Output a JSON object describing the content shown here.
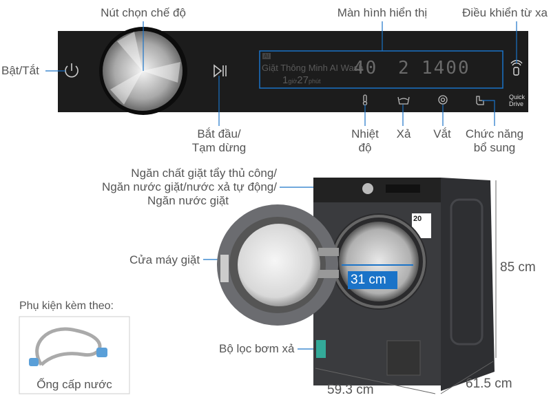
{
  "panel_labels": {
    "mode_knob": "Nút chọn chế độ",
    "display": "Màn hình hiển thị",
    "remote": "Điều khiển từ xa",
    "power": "Bật/Tắt",
    "start_pause_1": "Bắt đầu/",
    "start_pause_2": "Tạm dừng",
    "temperature_1": "Nhiệt",
    "temperature_2": "độ",
    "rinse": "Xả",
    "spin": "Vắt",
    "extra_1": "Chức năng",
    "extra_2": "bổ sung"
  },
  "display": {
    "badge": "AI",
    "program": "Giặt Thông Minh AI Wash",
    "hours": "1",
    "hours_unit": "giờ",
    "minutes": "27",
    "minutes_unit": "phút",
    "temp": "40",
    "rinse": "2",
    "spin": "1400",
    "quick_drive_1": "Quick",
    "quick_drive_2": "Drive"
  },
  "machine_labels": {
    "drawer_1": "Ngăn chất  giặt tẩy thủ công/",
    "drawer_2": "Ngăn nước giặt/nước xả tự động/",
    "drawer_3": "Ngăn nước giặt",
    "door": "Cửa máy giặt",
    "filter": "Bộ lọc bơm xả",
    "energy_badge": "20",
    "door_diameter": "31 cm",
    "height": "85 cm",
    "width": "59.3 cm",
    "depth": "61.5 cm"
  },
  "accessory": {
    "title": "Phụ kiện kèm theo:",
    "item": "Ống cấp nước"
  },
  "colors": {
    "accent": "#1a73c8",
    "panel": "#1c1c1c",
    "body": "#3a3b3e"
  }
}
